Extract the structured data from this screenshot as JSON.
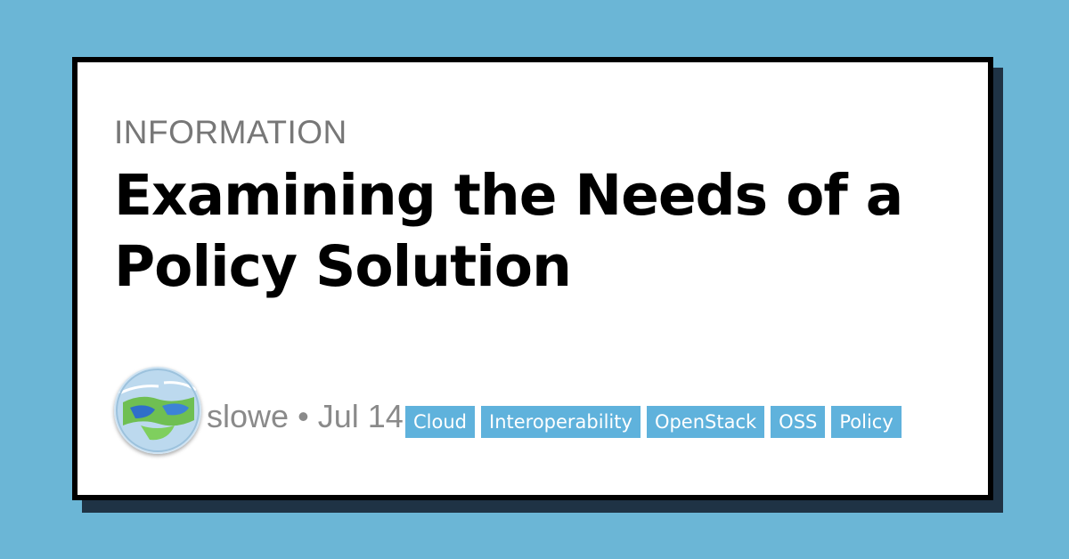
{
  "colors": {
    "background": "#6bb6d6",
    "card": "#ffffff",
    "card_border": "#000000",
    "card_shadow": "#1f3345",
    "tag_bg": "#5fb2dc",
    "tag_text": "#ffffff"
  },
  "post": {
    "category": "INFORMATION",
    "title": "Examining the Needs of a Policy Solution",
    "author": "slowe",
    "separator": "•",
    "date_visible": "Jul 14",
    "avatar_icon": "globe-avatar-icon",
    "tags": [
      "Cloud",
      "Interoperability",
      "OpenStack",
      "OSS",
      "Policy"
    ]
  }
}
